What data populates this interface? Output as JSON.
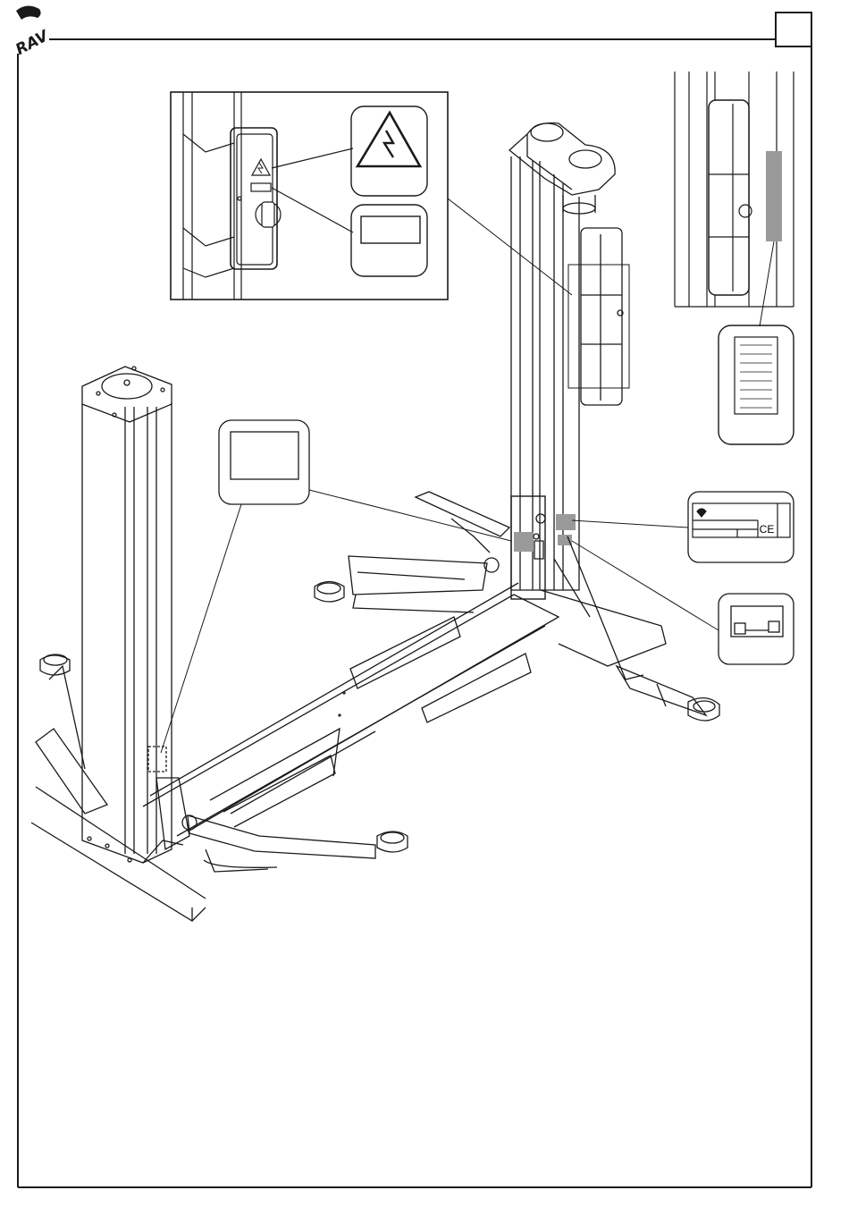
{
  "header": {
    "logo_text": "RAV",
    "logo_icon": "rav-logo-icon",
    "page_box_text": ""
  },
  "diagram": {
    "subject": "two-post-lift-safety-labels",
    "labels": {
      "electric_warning_icon": "high-voltage-warning-icon",
      "ce_mark": "CE"
    }
  },
  "colors": {
    "line": "#1a1a1a",
    "label_fill": "#9a9a9a",
    "background": "#ffffff"
  }
}
